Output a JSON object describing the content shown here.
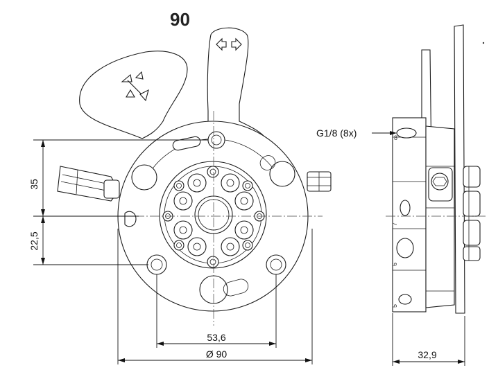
{
  "title": "90",
  "dimensions": {
    "vertical_upper": "35",
    "vertical_lower": "22,5",
    "bolt_spacing": "53,6",
    "outer_diameter": "Ø 90",
    "side_width": "32,9"
  },
  "callouts": {
    "port": "G1/8 (8x)"
  },
  "side_markings": {
    "mark_8": "8",
    "mark_7": "7",
    "mark_6": "6",
    "mark_5": "5"
  }
}
